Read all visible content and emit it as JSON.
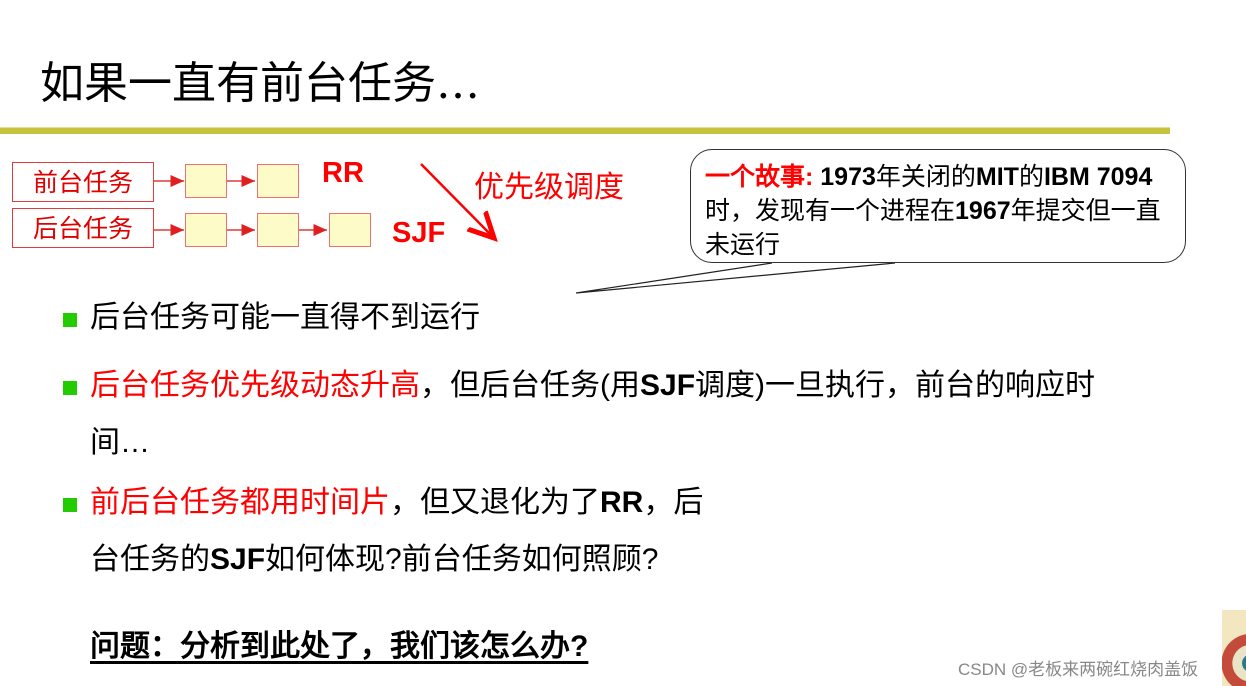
{
  "slide": {
    "title": "如果一直有前台任务…",
    "accent_color": "#c6c43c",
    "highlight_color": "#ff0000",
    "bullet_color": "#22cc00"
  },
  "diagram": {
    "queues": [
      {
        "label": "前台任务",
        "box_count": 2,
        "policy": "RR"
      },
      {
        "label": "后台任务",
        "box_count": 3,
        "policy": "SJF"
      }
    ],
    "priority_label": "优先级调度"
  },
  "callout": {
    "prefix": "一个故事:",
    "text_bold_1": " 1973",
    "text_1": "年关闭的",
    "text_bold_2": "MIT",
    "text_2": "的",
    "text_bold_3": "IBM 7094",
    "text_3": "时，发现有一个进程在",
    "text_bold_4": "1967",
    "text_4": "年提交但一直未运行"
  },
  "bullets": [
    {
      "text": "后台任务可能一直得不到运行"
    },
    {
      "red": "后台任务优先级动态升高",
      "text_a": "，但后台任务(用",
      "bold": "SJF",
      "text_b": "调度)一旦执行，前台的响应时",
      "line2": "间…"
    },
    {
      "red": "前后台任务都用时间片",
      "text_a": "，但又退化为了",
      "bold": "RR",
      "text_b": "，后",
      "line2_a": "台任务的",
      "line2_bold": "SJF",
      "line2_b": "如何体现?前台任务如何照顾?"
    }
  ],
  "question": "问题：分析到此处了，我们该怎么办?",
  "watermark": "CSDN @老板来两碗红烧肉盖饭"
}
